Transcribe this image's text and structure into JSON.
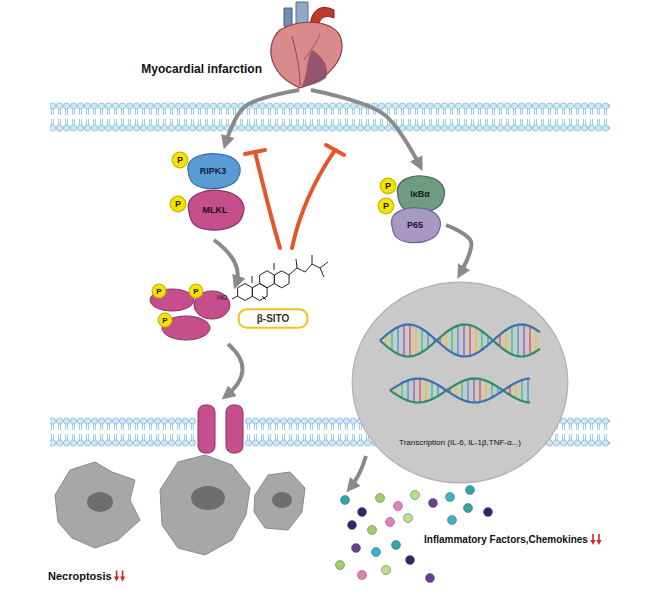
{
  "diagram": {
    "nodes": [
      {
        "text": [
          "Myocardial infarction"
        ]
      },
      {
        "text": [
          "RIPK3"
        ]
      },
      {
        "text": [
          "P"
        ]
      },
      {
        "text": [
          "MLKL"
        ]
      },
      {
        "text": [
          "P"
        ]
      },
      {
        "text": [
          "IκBα"
        ]
      },
      {
        "text": [
          "P"
        ]
      },
      {
        "text": [
          "P65"
        ]
      },
      {
        "text": [
          "P"
        ]
      },
      {
        "text": [
          "β-SITO"
        ]
      },
      {
        "text": [
          "P"
        ]
      },
      {
        "text": [
          "P"
        ]
      },
      {
        "text": [
          "P"
        ]
      },
      {
        "text": [
          "Transcription (IL-6, IL-1β,TNF-α...)"
        ]
      }
    ],
    "edges": [
      {
        "from": 0,
        "to": 1,
        "arrow": "to"
      },
      {
        "from": 0,
        "to": 5,
        "arrow": "to"
      },
      {
        "from": 7,
        "to": 13,
        "arrow": "to"
      }
    ],
    "labels": [
      "HO",
      "Necroptosis",
      "Inflammatory Factors,Chemokines"
    ]
  }
}
